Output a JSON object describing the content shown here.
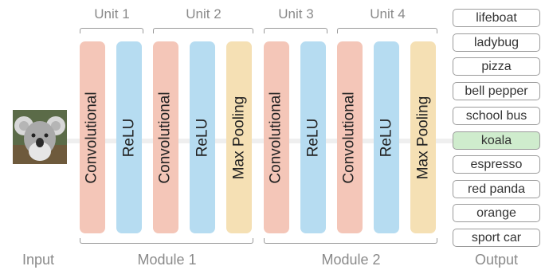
{
  "input_label": "Input",
  "output_label": "Output",
  "units": [
    "Unit 1",
    "Unit 2",
    "Unit 3",
    "Unit 4"
  ],
  "modules": [
    "Module 1",
    "Module 2"
  ],
  "layers": [
    {
      "label": "Convolutional",
      "kind": "conv"
    },
    {
      "label": "ReLU",
      "kind": "relu"
    },
    {
      "label": "Convolutional",
      "kind": "conv"
    },
    {
      "label": "ReLU",
      "kind": "relu"
    },
    {
      "label": "Max Pooling",
      "kind": "pool"
    },
    {
      "label": "Convolutional",
      "kind": "conv"
    },
    {
      "label": "ReLU",
      "kind": "relu"
    },
    {
      "label": "Convolutional",
      "kind": "conv"
    },
    {
      "label": "ReLU",
      "kind": "relu"
    },
    {
      "label": "Max Pooling",
      "kind": "pool"
    }
  ],
  "outputs": [
    "lifeboat",
    "ladybug",
    "pizza",
    "bell pepper",
    "school bus",
    "koala",
    "espresso",
    "red panda",
    "orange",
    "sport car"
  ],
  "highlighted_output": "koala",
  "colors": {
    "conv": "#f4c6b8",
    "relu": "#b6dcf1",
    "pool": "#f5e0b4",
    "highlight": "#cfeccd"
  }
}
